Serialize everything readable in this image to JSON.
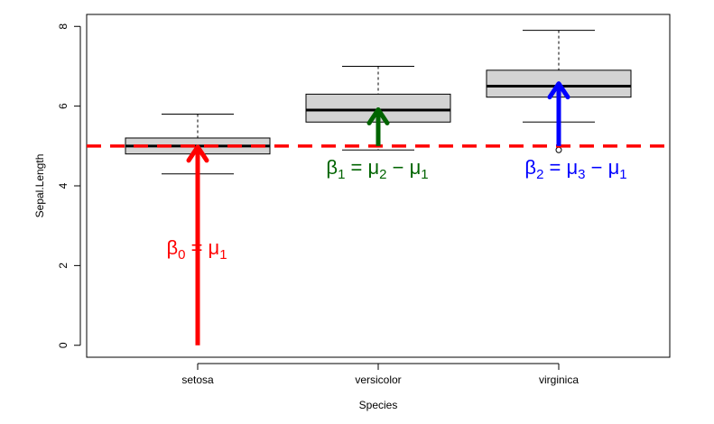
{
  "chart_data": {
    "type": "box",
    "xlabel": "Species",
    "ylabel": "Sepal.Length",
    "ylim": [
      -0.3,
      8.3
    ],
    "yticks": [
      "0",
      "2",
      "4",
      "6",
      "8"
    ],
    "categories": [
      "setosa",
      "versicolor",
      "virginica"
    ],
    "boxes": [
      {
        "category": "setosa",
        "whisker_low": 4.3,
        "q1": 4.8,
        "median": 5.0,
        "q3": 5.2,
        "whisker_high": 5.8,
        "outliers": []
      },
      {
        "category": "versicolor",
        "whisker_low": 4.9,
        "q1": 5.6,
        "median": 5.9,
        "q3": 6.3,
        "whisker_high": 7.0,
        "outliers": []
      },
      {
        "category": "virginica",
        "whisker_low": 5.6,
        "q1": 6.225,
        "median": 6.5,
        "q3": 6.9,
        "whisker_high": 7.9,
        "outliers": [
          4.9
        ]
      }
    ],
    "reference_line": {
      "y": 5.0,
      "color": "#ff0000",
      "style": "dashed"
    },
    "arrows": [
      {
        "category": "setosa",
        "from": 0,
        "to": 5.0,
        "color": "#ff0000"
      },
      {
        "category": "versicolor",
        "from": 5.0,
        "to": 5.936,
        "color": "#006400"
      },
      {
        "category": "virginica",
        "from": 5.0,
        "to": 6.588,
        "color": "#0000ff"
      }
    ],
    "annotations": [
      {
        "id": "b0",
        "color": "#ff0000",
        "parts": [
          [
            "β",
            ""
          ],
          [
            "0",
            "sub"
          ],
          [
            " = μ",
            ""
          ],
          [
            "1",
            "sub"
          ]
        ]
      },
      {
        "id": "b1",
        "color": "#006400",
        "parts": [
          [
            "β",
            ""
          ],
          [
            "1",
            "sub"
          ],
          [
            " = μ",
            ""
          ],
          [
            "2",
            "sub"
          ],
          [
            " − μ",
            ""
          ],
          [
            "1",
            "sub"
          ]
        ]
      },
      {
        "id": "b2",
        "color": "#0000ff",
        "parts": [
          [
            "β",
            ""
          ],
          [
            "2",
            "sub"
          ],
          [
            " = μ",
            ""
          ],
          [
            "3",
            "sub"
          ],
          [
            " − μ",
            ""
          ],
          [
            "1",
            "sub"
          ]
        ]
      }
    ],
    "box_fill": "#d3d3d3"
  }
}
